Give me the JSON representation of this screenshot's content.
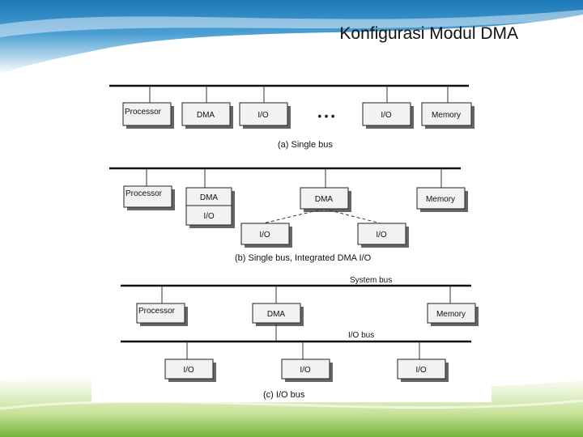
{
  "slide": {
    "title": "Konfigurasi Modul DMA",
    "back_icon": "back-arrow-icon"
  },
  "diagram": {
    "a": {
      "caption": "(a) Single bus",
      "processor": "Processor",
      "dma": "DMA",
      "io1": "I/O",
      "ellipsis": "• • •",
      "io2": "I/O",
      "memory": "Memory"
    },
    "b": {
      "caption": "(b) Single bus, Integrated DMA I/O",
      "processor": "Processor",
      "dma1": "DMA",
      "io_under_dma": "I/O",
      "dma2": "DMA",
      "memory": "Memory",
      "io_left": "I/O",
      "io_right": "I/O"
    },
    "c": {
      "caption": "(c) I/O bus",
      "system_bus": "System bus",
      "io_bus": "I/O bus",
      "processor": "Processor",
      "dma": "DMA",
      "memory": "Memory",
      "io1": "I/O",
      "io2": "I/O",
      "io3": "I/O"
    }
  }
}
